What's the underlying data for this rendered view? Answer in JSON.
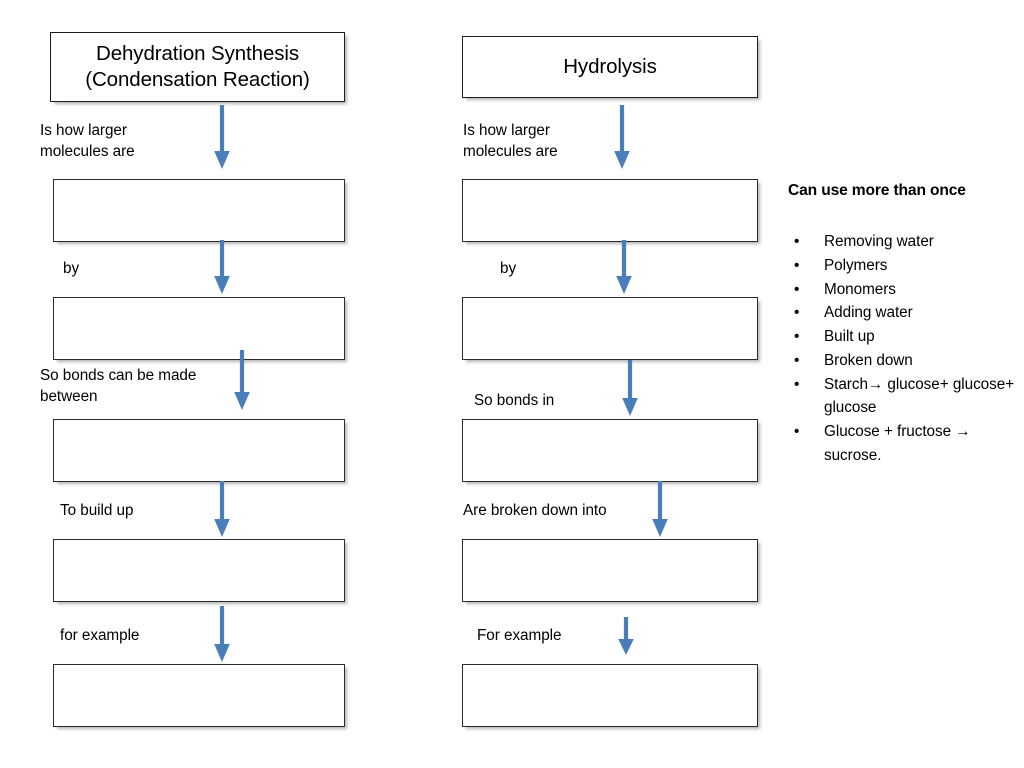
{
  "page": {
    "background": "#ffffff",
    "arrow_color": "#4A7EBB",
    "box_border_color": "#2b2b2b",
    "text_color": "#000000"
  },
  "columns": [
    {
      "id": "dehydration",
      "title": "Dehydration Synthesis\n(Condensation Reaction)",
      "connector_labels": [
        "Is how larger\nmolecules are",
        "by",
        "So bonds can be made\nbetween",
        "To build up",
        "for example"
      ],
      "answer_boxes": [
        "",
        "",
        "",
        "",
        ""
      ]
    },
    {
      "id": "hydrolysis",
      "title": "Hydrolysis",
      "connector_labels": [
        "Is how larger\nmolecules are",
        "by",
        "So bonds in",
        "Are broken down into",
        "For example"
      ],
      "answer_boxes": [
        "",
        "",
        "",
        "",
        ""
      ]
    }
  ],
  "word_bank": {
    "heading": "Can use more than once",
    "items": [
      "Removing water",
      "Polymers",
      "Monomers",
      "Adding water",
      "Built up",
      "Broken down",
      "Starch→ glucose+ glucose+ glucose",
      "Glucose + fructose → sucrose."
    ],
    "bullet_glyph": "•"
  },
  "icons": {
    "down_arrow": "down-arrow-icon"
  }
}
